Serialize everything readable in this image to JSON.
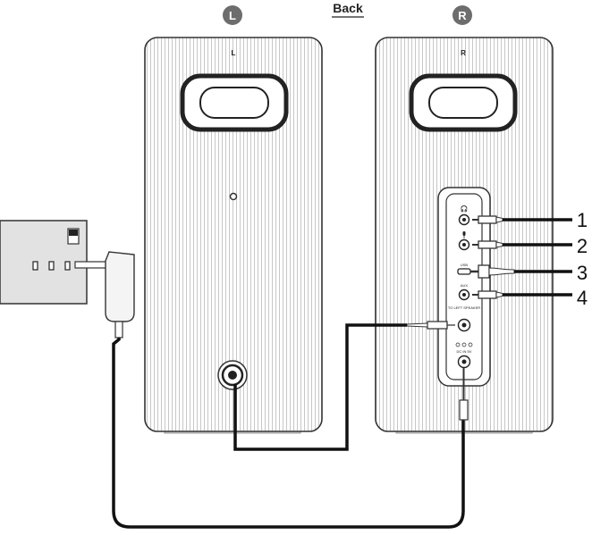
{
  "header": {
    "left_badge": "L",
    "title": "Back",
    "right_badge": "R"
  },
  "speakers": {
    "left": {
      "label": "L"
    },
    "right": {
      "label": "R"
    }
  },
  "panel_ports": {
    "usb": "USB",
    "aux": "AUX",
    "to_left_speaker": "TO LEFT SPEAKER",
    "dc_in": "DC IN 5V"
  },
  "callouts": [
    "1",
    "2",
    "3",
    "4"
  ]
}
